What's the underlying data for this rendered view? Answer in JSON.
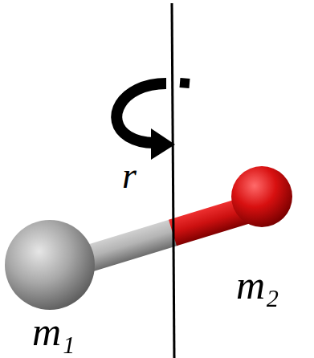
{
  "diagram": {
    "labels": [
      "r",
      "m₂",
      "m₁"
    ]
  }
}
